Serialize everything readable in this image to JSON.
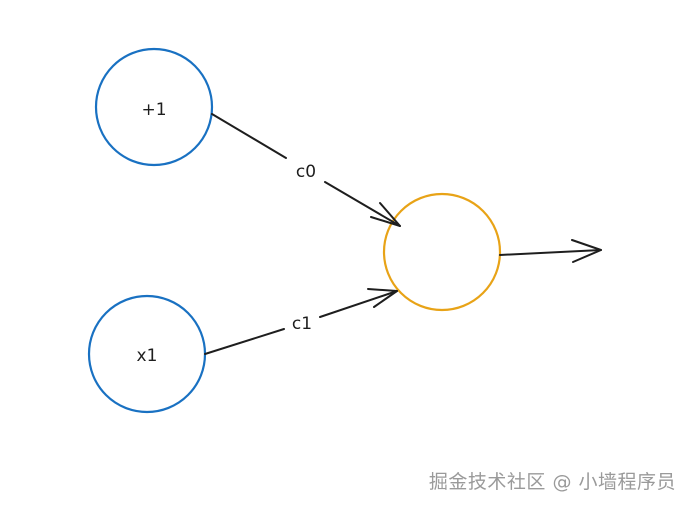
{
  "diagram": {
    "nodes": {
      "bias": {
        "label": "+1",
        "color": "#1971c2"
      },
      "input": {
        "label": "x1",
        "color": "#1971c2"
      },
      "neuron": {
        "label": "",
        "color": "#e8a317"
      }
    },
    "edges": {
      "bias_to_neuron": {
        "label": "c0"
      },
      "input_to_neuron": {
        "label": "c1"
      },
      "neuron_output": {
        "label": ""
      }
    },
    "stroke_color": "#1e1e1e"
  },
  "watermark": {
    "text": "掘金技术社区 @ 小墙程序员"
  }
}
